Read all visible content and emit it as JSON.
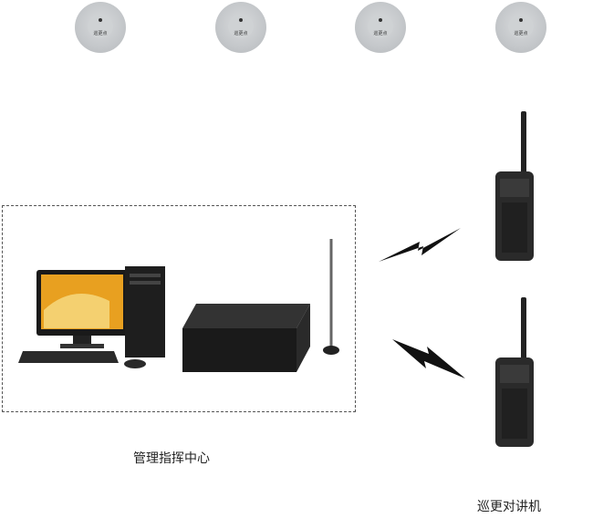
{
  "patrol_points": [
    {
      "label": "巡更点"
    },
    {
      "label": "巡更点"
    },
    {
      "label": "巡更点"
    },
    {
      "label": "巡更点"
    }
  ],
  "center_label": "管理指挥中心",
  "radio_label": "巡更对讲机",
  "colors": {
    "dash": "#555555",
    "signal": "#111111",
    "screen": "#e8a020"
  }
}
